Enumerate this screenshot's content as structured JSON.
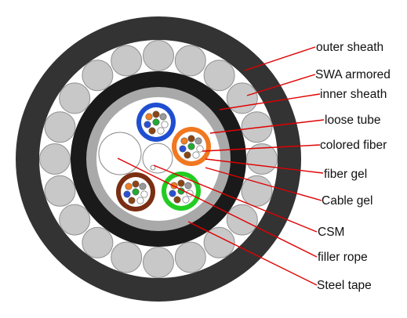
{
  "labels": {
    "outer_sheath": "outer sheath",
    "swa_armored": "SWA armored",
    "inner_sheath": "inner sheath",
    "loose_tube": "loose tube",
    "colored_fiber": "colored fiber",
    "fiber_gel": "fiber gel",
    "cable_gel": "Cable gel",
    "csm": "CSM",
    "filler_rope": "filler rope",
    "steel_tape": "Steel tape"
  },
  "colors": {
    "outer_sheath": "#333333",
    "wire": "#c8c8c8",
    "inner_sheath": "#1a1a1a",
    "steel_tape": "#a9a9a9",
    "leader_line": "#e00000",
    "tube_blue": "#1f4fd0",
    "tube_orange": "#f07820",
    "tube_brown": "#7a2e12",
    "tube_green": "#22cc22",
    "fiber_colors": [
      "#2a50d8",
      "#f08020",
      "#22aa33",
      "#8b4513",
      "#9a9a9a",
      "#ffffff"
    ]
  }
}
